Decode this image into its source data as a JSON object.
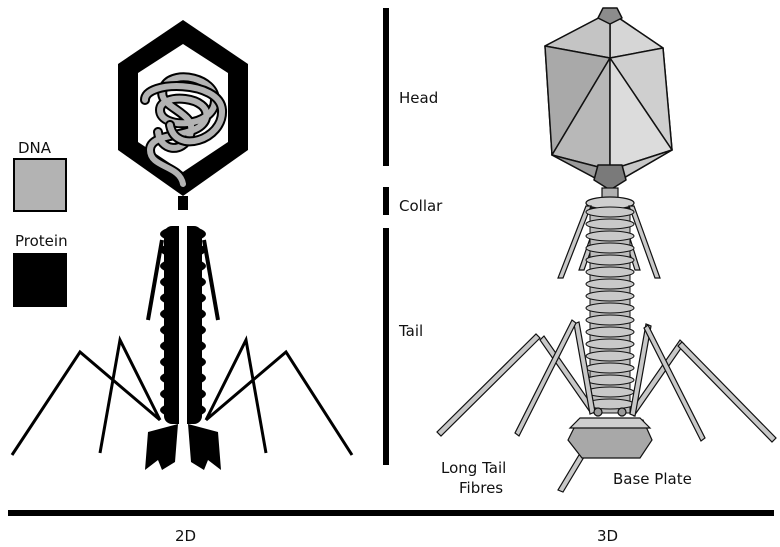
{
  "legend": {
    "dna_label": "DNA",
    "protein_label": "Protein",
    "dna_color": "#b3b3b3",
    "protein_color": "#000000"
  },
  "parts": {
    "head": "Head",
    "collar": "Collar",
    "tail": "Tail",
    "long_tail_fibres_line1": "Long Tail",
    "long_tail_fibres_line2": "Fibres",
    "base_plate": "Base Plate"
  },
  "views": {
    "left": "2D",
    "right": "3D"
  },
  "colors": {
    "structure_dark": "#000000",
    "surface_light": "#d0d0d0",
    "surface_mid": "#a6a6a6",
    "surface_dark": "#7a7a7a"
  }
}
